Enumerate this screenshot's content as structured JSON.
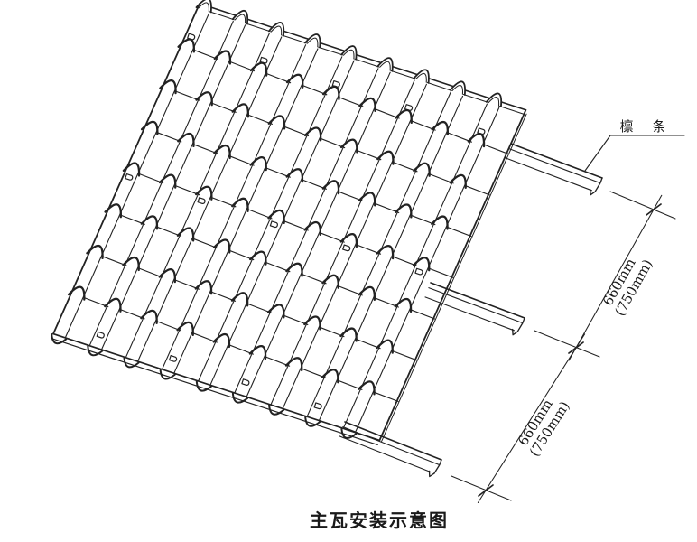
{
  "diagram": {
    "title": "主瓦安装示意图",
    "purlin_label": "檩 条",
    "dimension_upper": {
      "value": "660mm",
      "alt_value": "(750mm)"
    },
    "dimension_lower": {
      "value": "660mm",
      "alt_value": "(750mm)"
    },
    "colors": {
      "line": "#222222",
      "background": "#ffffff"
    }
  }
}
